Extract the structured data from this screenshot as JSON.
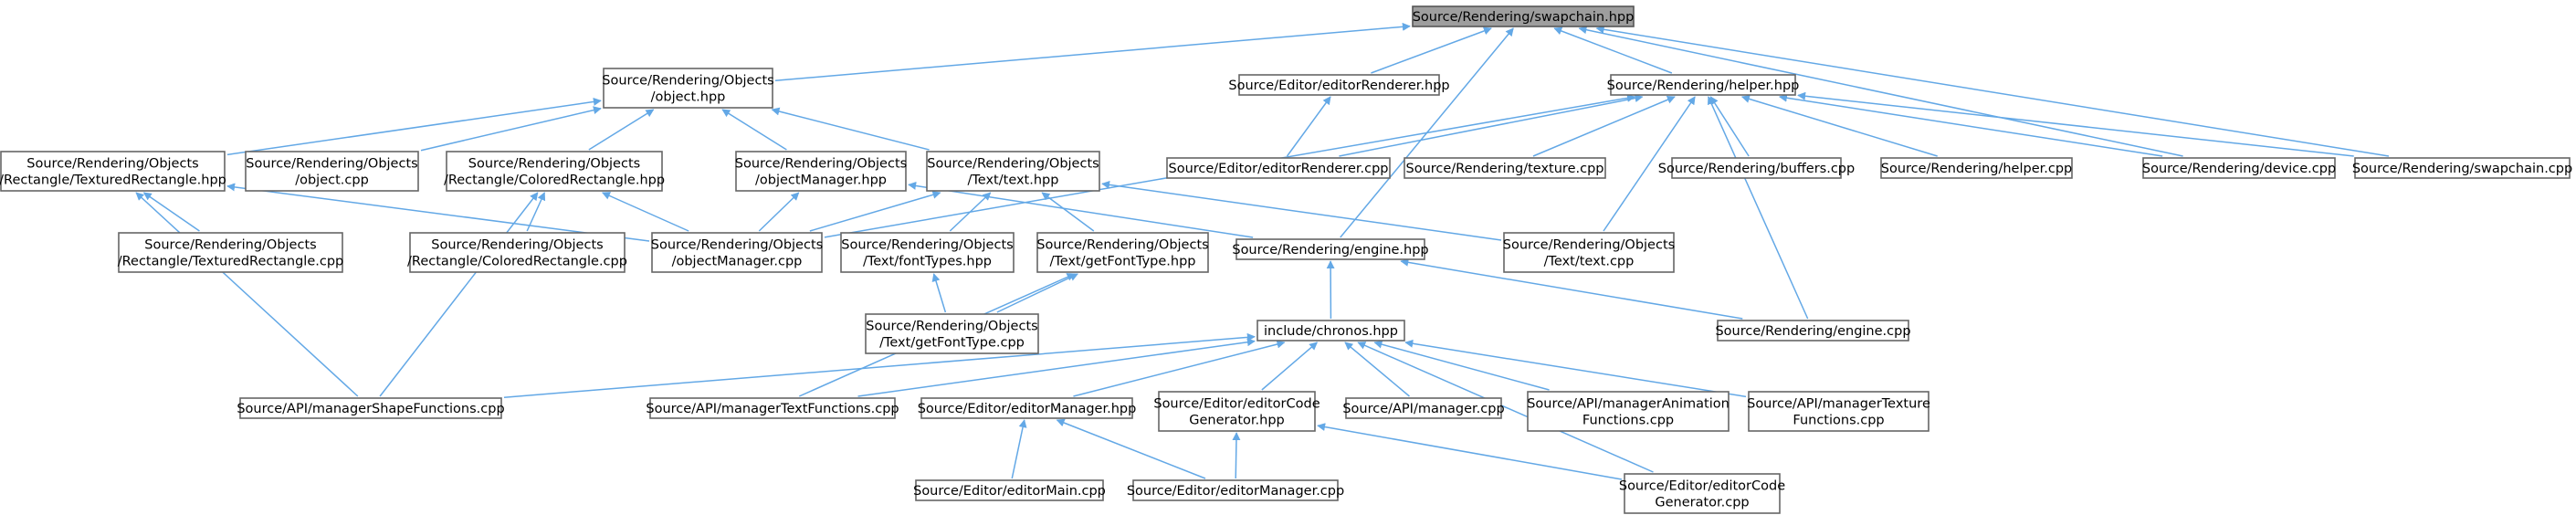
{
  "colors": {
    "edge": "#63a8e6",
    "node_border": "#666666",
    "root_fill": "#9e9e9e",
    "background": "#ffffff"
  },
  "nodes": [
    {
      "id": "n0",
      "lines": [
        "Source/Rendering/swapchain.hpp"
      ],
      "root": true
    },
    {
      "id": "n1",
      "lines": [
        "Source/Rendering/Objects",
        "/object.hpp"
      ]
    },
    {
      "id": "n2",
      "lines": [
        "Source/Editor/editorRenderer.hpp"
      ]
    },
    {
      "id": "n3",
      "lines": [
        "Source/Rendering/helper.hpp"
      ]
    },
    {
      "id": "n4",
      "lines": [
        "Source/Rendering/Objects",
        "/Rectangle/TexturedRectangle.hpp"
      ]
    },
    {
      "id": "n5",
      "lines": [
        "Source/Rendering/Objects",
        "/object.cpp"
      ]
    },
    {
      "id": "n6",
      "lines": [
        "Source/Rendering/Objects",
        "/Rectangle/ColoredRectangle.hpp"
      ]
    },
    {
      "id": "n7",
      "lines": [
        "Source/Rendering/Objects",
        "/objectManager.hpp"
      ]
    },
    {
      "id": "n8",
      "lines": [
        "Source/Rendering/Objects",
        "/Text/text.hpp"
      ]
    },
    {
      "id": "n9",
      "lines": [
        "Source/Editor/editorRenderer.cpp"
      ]
    },
    {
      "id": "n10",
      "lines": [
        "Source/Rendering/texture.cpp"
      ]
    },
    {
      "id": "n11",
      "lines": [
        "Source/Rendering/buffers.cpp"
      ]
    },
    {
      "id": "n12",
      "lines": [
        "Source/Rendering/helper.cpp"
      ]
    },
    {
      "id": "n13",
      "lines": [
        "Source/Rendering/device.cpp"
      ]
    },
    {
      "id": "n14",
      "lines": [
        "Source/Rendering/swapchain.cpp"
      ]
    },
    {
      "id": "n15",
      "lines": [
        "Source/Rendering/Objects",
        "/Rectangle/TexturedRectangle.cpp"
      ]
    },
    {
      "id": "n16",
      "lines": [
        "Source/Rendering/Objects",
        "/Rectangle/ColoredRectangle.cpp"
      ]
    },
    {
      "id": "n17",
      "lines": [
        "Source/Rendering/Objects",
        "/objectManager.cpp"
      ]
    },
    {
      "id": "n18",
      "lines": [
        "Source/Rendering/Objects",
        "/Text/fontTypes.hpp"
      ]
    },
    {
      "id": "n19",
      "lines": [
        "Source/Rendering/Objects",
        "/Text/getFontType.hpp"
      ]
    },
    {
      "id": "n20",
      "lines": [
        "Source/Rendering/engine.hpp"
      ]
    },
    {
      "id": "n21",
      "lines": [
        "Source/Rendering/Objects",
        "/Text/text.cpp"
      ]
    },
    {
      "id": "n22",
      "lines": [
        "Source/Rendering/Objects",
        "/Text/getFontType.cpp"
      ]
    },
    {
      "id": "n23",
      "lines": [
        "include/chronos.hpp"
      ]
    },
    {
      "id": "n24",
      "lines": [
        "Source/Rendering/engine.cpp"
      ]
    },
    {
      "id": "n25",
      "lines": [
        "Source/API/managerShapeFunctions.cpp"
      ]
    },
    {
      "id": "n26",
      "lines": [
        "Source/API/managerTextFunctions.cpp"
      ]
    },
    {
      "id": "n27",
      "lines": [
        "Source/Editor/editorManager.hpp"
      ]
    },
    {
      "id": "n28",
      "lines": [
        "Source/Editor/editorCode",
        "Generator.hpp"
      ]
    },
    {
      "id": "n29",
      "lines": [
        "Source/API/manager.cpp"
      ]
    },
    {
      "id": "n30",
      "lines": [
        "Source/API/managerAnimation",
        "Functions.cpp"
      ]
    },
    {
      "id": "n31",
      "lines": [
        "Source/API/managerTexture",
        "Functions.cpp"
      ]
    },
    {
      "id": "n32",
      "lines": [
        "Source/Editor/editorMain.cpp"
      ]
    },
    {
      "id": "n33",
      "lines": [
        "Source/Editor/editorManager.cpp"
      ]
    },
    {
      "id": "n34",
      "lines": [
        "Source/Editor/editorCode",
        "Generator.cpp"
      ]
    }
  ],
  "edges": [
    [
      "n1",
      "n0"
    ],
    [
      "n2",
      "n0"
    ],
    [
      "n3",
      "n0"
    ],
    [
      "n20",
      "n0"
    ],
    [
      "n13",
      "n0"
    ],
    [
      "n14",
      "n0"
    ],
    [
      "n4",
      "n1"
    ],
    [
      "n5",
      "n1"
    ],
    [
      "n6",
      "n1"
    ],
    [
      "n7",
      "n1"
    ],
    [
      "n8",
      "n1"
    ],
    [
      "n9",
      "n2"
    ],
    [
      "n17",
      "n3"
    ],
    [
      "n9",
      "n3"
    ],
    [
      "n10",
      "n3"
    ],
    [
      "n11",
      "n3"
    ],
    [
      "n12",
      "n3"
    ],
    [
      "n13",
      "n3"
    ],
    [
      "n14",
      "n3"
    ],
    [
      "n21",
      "n3"
    ],
    [
      "n24",
      "n3"
    ],
    [
      "n15",
      "n4"
    ],
    [
      "n17",
      "n4"
    ],
    [
      "n25",
      "n4"
    ],
    [
      "n16",
      "n6"
    ],
    [
      "n17",
      "n6"
    ],
    [
      "n25",
      "n6"
    ],
    [
      "n17",
      "n7"
    ],
    [
      "n20",
      "n7"
    ],
    [
      "n17",
      "n8"
    ],
    [
      "n18",
      "n8"
    ],
    [
      "n19",
      "n8"
    ],
    [
      "n21",
      "n8"
    ],
    [
      "n22",
      "n18"
    ],
    [
      "n22",
      "n19"
    ],
    [
      "n26",
      "n19"
    ],
    [
      "n23",
      "n20"
    ],
    [
      "n24",
      "n20"
    ],
    [
      "n25",
      "n23"
    ],
    [
      "n26",
      "n23"
    ],
    [
      "n27",
      "n23"
    ],
    [
      "n28",
      "n23"
    ],
    [
      "n29",
      "n23"
    ],
    [
      "n30",
      "n23"
    ],
    [
      "n31",
      "n23"
    ],
    [
      "n34",
      "n23"
    ],
    [
      "n32",
      "n27"
    ],
    [
      "n33",
      "n27"
    ],
    [
      "n33",
      "n28"
    ],
    [
      "n34",
      "n28"
    ]
  ]
}
